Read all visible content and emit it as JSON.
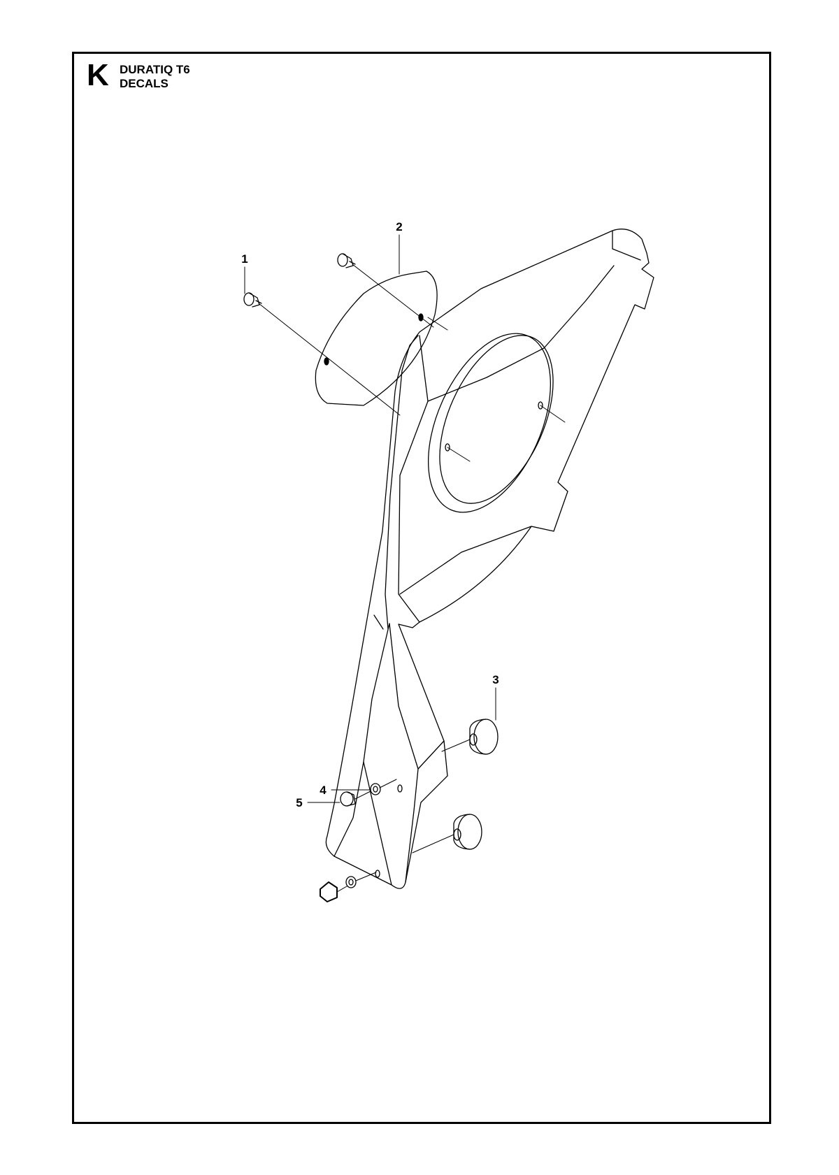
{
  "header": {
    "section_letter": "K",
    "model": "DURATIQ T6",
    "section_title": "DECALS"
  },
  "callouts": [
    "1",
    "2",
    "3",
    "4",
    "5"
  ]
}
